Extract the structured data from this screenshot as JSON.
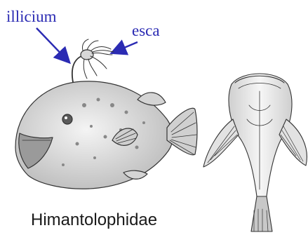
{
  "labels": {
    "illicium": "illicium",
    "esca": "esca"
  },
  "caption": "Himantolophidae",
  "colors": {
    "label_text": "#2b2bb3",
    "arrow": "#2b2bb3",
    "ink": "#333333"
  }
}
